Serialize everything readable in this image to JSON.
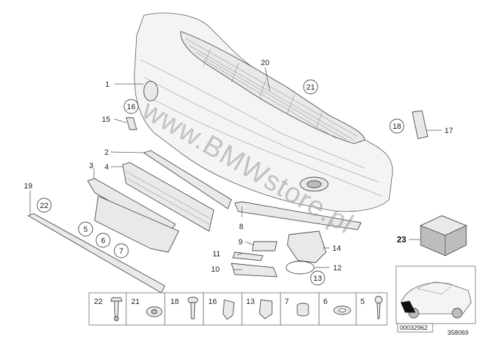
{
  "diagram": {
    "watermark": "www.BMWstore.pl",
    "callouts": [
      {
        "id": "1",
        "label": "1"
      },
      {
        "id": "2",
        "label": "2"
      },
      {
        "id": "3",
        "label": "3"
      },
      {
        "id": "4",
        "label": "4"
      },
      {
        "id": "8",
        "label": "8"
      },
      {
        "id": "9",
        "label": "9"
      },
      {
        "id": "10",
        "label": "10"
      },
      {
        "id": "11",
        "label": "11"
      },
      {
        "id": "12",
        "label": "12"
      },
      {
        "id": "14",
        "label": "14"
      },
      {
        "id": "15",
        "label": "15"
      },
      {
        "id": "17",
        "label": "17"
      },
      {
        "id": "19",
        "label": "19"
      },
      {
        "id": "20",
        "label": "20"
      }
    ],
    "circled": [
      {
        "id": "16",
        "label": "16"
      },
      {
        "id": "21",
        "label": "21"
      },
      {
        "id": "18",
        "label": "18"
      },
      {
        "id": "22",
        "label": "22"
      },
      {
        "id": "5",
        "label": "5"
      },
      {
        "id": "6",
        "label": "6"
      },
      {
        "id": "7",
        "label": "7"
      },
      {
        "id": "13",
        "label": "13"
      }
    ],
    "kit_label": "23",
    "strip": [
      "22",
      "21",
      "18",
      "16",
      "13",
      "7",
      "6",
      "5"
    ],
    "ref_box": "00032962",
    "diagram_number": "358069"
  }
}
